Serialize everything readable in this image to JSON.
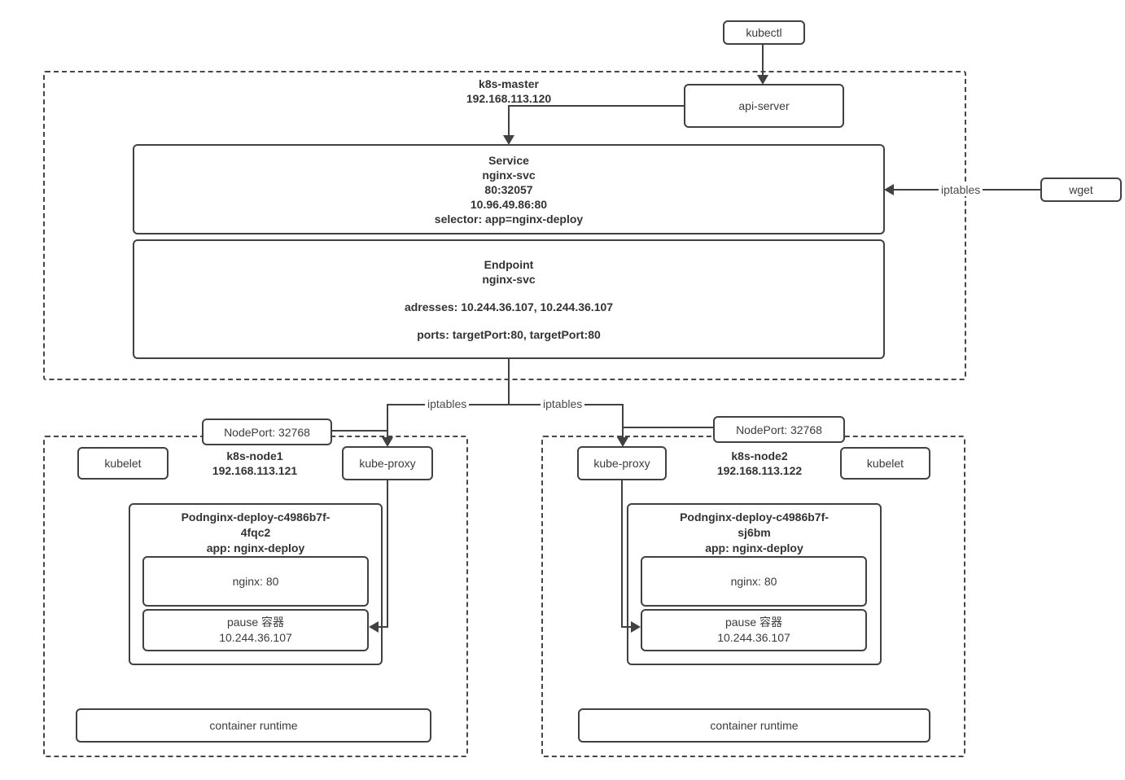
{
  "diagram": {
    "kubectl_label": "kubectl",
    "api_server_label": "api-server",
    "wget_label": "wget",
    "iptables_wget_label": "iptables",
    "iptables_left_label": "iptables",
    "iptables_right_label": "iptables",
    "master": {
      "title_line1": "k8s-master",
      "title_line2": "192.168.113.120",
      "service": {
        "line1": "Service",
        "line2": "nginx-svc",
        "line3": "80:32057",
        "line4": "10.96.49.86:80",
        "line5": "selector: app=nginx-deploy"
      },
      "endpoint": {
        "line1": "Endpoint",
        "line2": "nginx-svc",
        "line3": "adresses: 10.244.36.107, 10.244.36.107",
        "line4": "ports: targetPort:80, targetPort:80"
      }
    },
    "node1": {
      "nodeport_label": "NodePort: 32768",
      "title_line1": "k8s-node1",
      "title_line2": "192.168.113.121",
      "kubelet_label": "kubelet",
      "kube_proxy_label": "kube-proxy",
      "pod": {
        "title_line1": "Podnginx-deploy-c4986b7f-",
        "title_line2": "4fqc2",
        "title_line3": "app: nginx-deploy",
        "nginx_label": "nginx: 80",
        "pause_line1": "pause 容器",
        "pause_line2": "10.244.36.107"
      },
      "container_runtime_label": "container runtime"
    },
    "node2": {
      "nodeport_label": "NodePort: 32768",
      "title_line1": "k8s-node2",
      "title_line2": "192.168.113.122",
      "kubelet_label": "kubelet",
      "kube_proxy_label": "kube-proxy",
      "pod": {
        "title_line1": "Podnginx-deploy-c4986b7f-",
        "title_line2": "sj6bm",
        "title_line3": "app: nginx-deploy",
        "nginx_label": "nginx: 80",
        "pause_line1": "pause 容器",
        "pause_line2": "10.244.36.107"
      },
      "container_runtime_label": "container runtime"
    },
    "colors": {
      "line": "#414141",
      "text": "#3b3b3b",
      "background": "#ffffff"
    }
  }
}
